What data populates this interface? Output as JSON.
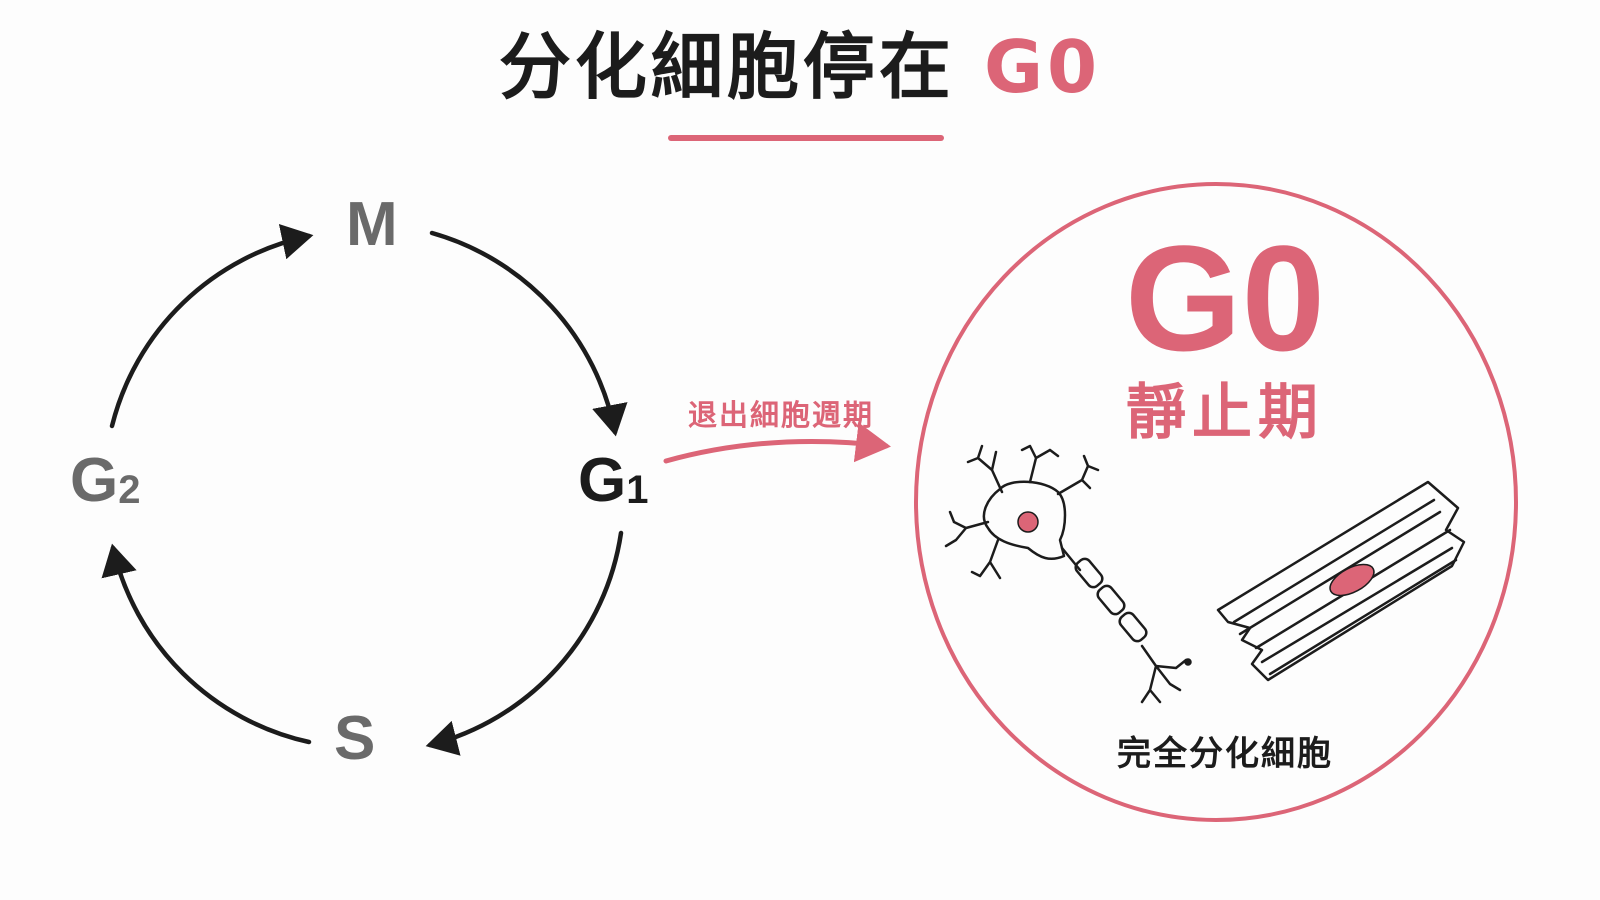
{
  "title": {
    "main": "分化細胞停在 ",
    "accent": "G0"
  },
  "cycle": {
    "m": "M",
    "g1_letter": "G",
    "g1_sub": "1",
    "s": "S",
    "g2_letter": "G",
    "g2_sub": "2"
  },
  "exit_label": "退出細胞週期",
  "g0_panel": {
    "title": "G0",
    "subtitle": "靜止期",
    "caption": "完全分化細胞",
    "icons": [
      "neuron-icon",
      "muscle-cell-icon"
    ]
  },
  "colors": {
    "accent": "#dc6577",
    "dark": "#1c1c1c",
    "gray": "#6a6a6a"
  }
}
